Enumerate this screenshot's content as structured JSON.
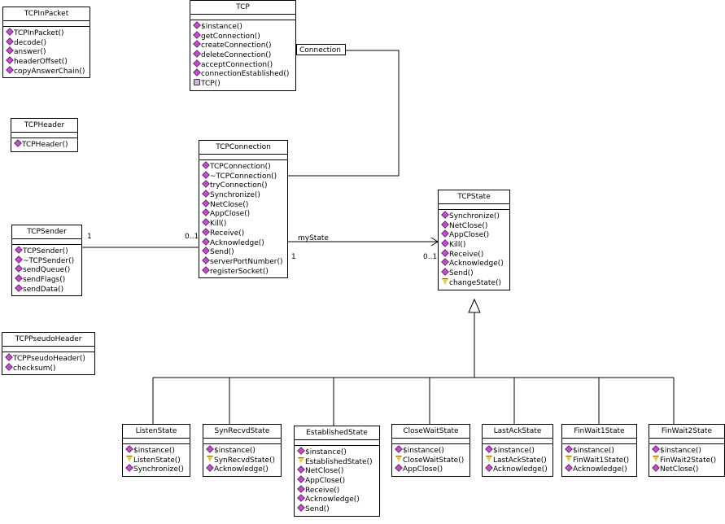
{
  "classes": {
    "tcpinpacket": {
      "name": "TCPInPacket",
      "ops": [
        {
          "icon": "public-op-icon",
          "text": "TCPInPacket()"
        },
        {
          "icon": "public-op-icon",
          "text": "decode()"
        },
        {
          "icon": "public-op-icon",
          "text": "answer()"
        },
        {
          "icon": "public-op-icon",
          "text": "headerOffset()"
        },
        {
          "icon": "public-op-icon",
          "text": "copyAnswerChain()"
        }
      ]
    },
    "tcp": {
      "name": "TCP",
      "ops": [
        {
          "icon": "public-op-icon",
          "text": "$instance()"
        },
        {
          "icon": "public-op-icon",
          "text": "getConnection()"
        },
        {
          "icon": "public-op-icon",
          "text": "createConnection()"
        },
        {
          "icon": "public-op-icon",
          "text": "deleteConnection()"
        },
        {
          "icon": "public-op-icon",
          "text": "acceptConnection()"
        },
        {
          "icon": "public-op-icon",
          "text": "connectionEstablished()"
        },
        {
          "icon": "private-op-icon",
          "text": "TCP()"
        }
      ]
    },
    "tcpheader": {
      "name": "TCPHeader",
      "ops": [
        {
          "icon": "public-op-icon",
          "text": "TCPHeader()"
        }
      ]
    },
    "tcpconnection": {
      "name": "TCPConnection",
      "ops": [
        {
          "icon": "public-op-icon",
          "text": "TCPConnection()"
        },
        {
          "icon": "public-op-icon",
          "text": "~TCPConnection()"
        },
        {
          "icon": "public-op-icon",
          "text": "tryConnection()"
        },
        {
          "icon": "public-op-icon",
          "text": "Synchronize()"
        },
        {
          "icon": "public-op-icon",
          "text": "NetClose()"
        },
        {
          "icon": "public-op-icon",
          "text": "AppClose()"
        },
        {
          "icon": "public-op-icon",
          "text": "Kill()"
        },
        {
          "icon": "public-op-icon",
          "text": "Receive()"
        },
        {
          "icon": "public-op-icon",
          "text": "Acknowledge()"
        },
        {
          "icon": "public-op-icon",
          "text": "Send()"
        },
        {
          "icon": "public-op-icon",
          "text": "serverPortNumber()"
        },
        {
          "icon": "public-op-icon",
          "text": "registerSocket()"
        }
      ]
    },
    "tcpsender": {
      "name": "TCPSender",
      "ops": [
        {
          "icon": "public-op-icon",
          "text": "TCPSender()"
        },
        {
          "icon": "public-op-icon",
          "text": "~TCPSender()"
        },
        {
          "icon": "public-op-icon",
          "text": "sendQueue()"
        },
        {
          "icon": "public-op-icon",
          "text": "sendFlags()"
        },
        {
          "icon": "public-op-icon",
          "text": "sendData()"
        }
      ]
    },
    "tcpstate": {
      "name": "TCPState",
      "ops": [
        {
          "icon": "public-op-icon",
          "text": "Synchronize()"
        },
        {
          "icon": "public-op-icon",
          "text": "NetClose()"
        },
        {
          "icon": "public-op-icon",
          "text": "AppClose()"
        },
        {
          "icon": "public-op-icon",
          "text": "Kill()"
        },
        {
          "icon": "public-op-icon",
          "text": "Receive()"
        },
        {
          "icon": "public-op-icon",
          "text": "Acknowledge()"
        },
        {
          "icon": "public-op-icon",
          "text": "Send()"
        },
        {
          "icon": "protected-op-icon",
          "text": "changeState()"
        }
      ]
    },
    "tcppseudoheader": {
      "name": "TCPPseudoHeader",
      "ops": [
        {
          "icon": "public-op-icon",
          "text": "TCPPseudoHeader()"
        },
        {
          "icon": "public-op-icon",
          "text": "checksum()"
        }
      ]
    },
    "listenstate": {
      "name": "ListenState",
      "ops": [
        {
          "icon": "public-op-icon",
          "text": "$instance()"
        },
        {
          "icon": "protected-op-icon",
          "text": "ListenState()"
        },
        {
          "icon": "public-op-icon",
          "text": "Synchronize()"
        }
      ]
    },
    "synrecvdstate": {
      "name": "SynRecvdState",
      "ops": [
        {
          "icon": "public-op-icon",
          "text": "$instance()"
        },
        {
          "icon": "protected-op-icon",
          "text": "SynRecvdState()"
        },
        {
          "icon": "public-op-icon",
          "text": "Acknowledge()"
        }
      ]
    },
    "establishedstate": {
      "name": "EstablishedState",
      "ops": [
        {
          "icon": "public-op-icon",
          "text": "$instance()"
        },
        {
          "icon": "protected-op-icon",
          "text": "EstablishedState()"
        },
        {
          "icon": "public-op-icon",
          "text": "NetClose()"
        },
        {
          "icon": "public-op-icon",
          "text": "AppClose()"
        },
        {
          "icon": "public-op-icon",
          "text": "Receive()"
        },
        {
          "icon": "public-op-icon",
          "text": "Acknowledge()"
        },
        {
          "icon": "public-op-icon",
          "text": "Send()"
        }
      ]
    },
    "closewaitstate": {
      "name": "CloseWaitState",
      "ops": [
        {
          "icon": "public-op-icon",
          "text": "$instance()"
        },
        {
          "icon": "protected-op-icon",
          "text": "CloseWaitState()"
        },
        {
          "icon": "public-op-icon",
          "text": "AppClose()"
        }
      ]
    },
    "lastackstate": {
      "name": "LastAckState",
      "ops": [
        {
          "icon": "public-op-icon",
          "text": "$instance()"
        },
        {
          "icon": "protected-op-icon",
          "text": "LastAckState()"
        },
        {
          "icon": "public-op-icon",
          "text": "Acknowledge()"
        }
      ]
    },
    "finwait1state": {
      "name": "FinWait1State",
      "ops": [
        {
          "icon": "public-op-icon",
          "text": "$instance()"
        },
        {
          "icon": "protected-op-icon",
          "text": "FinWait1State()"
        },
        {
          "icon": "public-op-icon",
          "text": "Acknowledge()"
        }
      ]
    },
    "finwait2state": {
      "name": "FinWait2State",
      "ops": [
        {
          "icon": "public-op-icon",
          "text": "$instance()"
        },
        {
          "icon": "protected-op-icon",
          "text": "FinWait2State()"
        },
        {
          "icon": "public-op-icon",
          "text": "NetClose()"
        }
      ]
    }
  },
  "associations": {
    "tcp_connection": {
      "label": "Connection"
    },
    "sender_connection": {
      "mult_sender": "1",
      "mult_connection": "0..1"
    },
    "connection_state": {
      "role": "myState",
      "mult_connection": "1",
      "mult_state": "0..1"
    }
  },
  "colors": {
    "public_op": "#c050c8",
    "protected_op": "#e0d050",
    "line": "#000000"
  }
}
